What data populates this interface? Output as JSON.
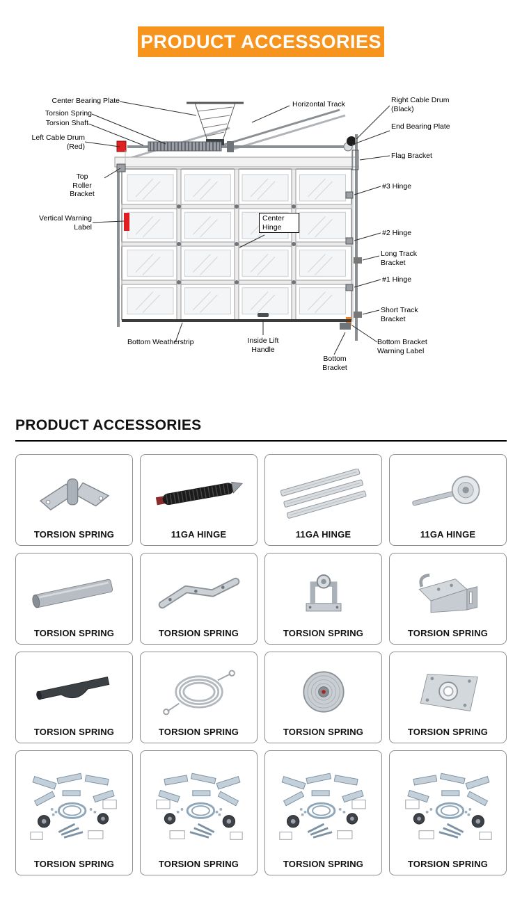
{
  "banner": {
    "title": "PRODUCT ACCESSORIES"
  },
  "section": {
    "title": "PRODUCT ACCESSORIES"
  },
  "colors": {
    "banner_bg": "#f7941d",
    "banner_text": "#ffffff",
    "warning_red": "#e02020",
    "warning_orange": "#f08020"
  },
  "diagram": {
    "labels": {
      "center_bearing_plate": "Center Bearing Plate",
      "torsion_spring": "Torsion Spring",
      "torsion_shaft": "Torsion Shaft",
      "left_cable_drum": "Left Cable Drum (Red)",
      "top_roller_bracket": "Top Roller Bracket",
      "vertical_warning_label": "Vertical Warning Label",
      "bottom_weatherstrip": "Bottom Weatherstrip",
      "horizontal_track": "Horizontal Track",
      "center_hinge": "Center Hinge",
      "inside_lift_handle": "Inside Lift Handle",
      "bottom_bracket": "Bottom Bracket",
      "right_cable_drum": "Right Cable Drum (Black)",
      "end_bearing_plate": "End Bearing Plate",
      "flag_bracket": "Flag Bracket",
      "hinge_3": "#3 Hinge",
      "hinge_2": "#2 Hinge",
      "long_track_bracket": "Long Track Bracket",
      "hinge_1": "#1 Hinge",
      "short_track_bracket": "Short Track Bracket",
      "bottom_bracket_warning_label": "Bottom Bracket Warning Label"
    }
  },
  "products": {
    "items": [
      {
        "label": "TORSION SPRING",
        "icon": "strap-hinge"
      },
      {
        "label": "11GA HINGE",
        "icon": "torsion-spring-coil"
      },
      {
        "label": "11GA HINGE",
        "icon": "track-struts"
      },
      {
        "label": "11GA HINGE",
        "icon": "track-roller"
      },
      {
        "label": "TORSION SPRING",
        "icon": "torsion-shaft"
      },
      {
        "label": "TORSION SPRING",
        "icon": "flat-bracket"
      },
      {
        "label": "TORSION SPRING",
        "icon": "bracket-with-roller"
      },
      {
        "label": "TORSION SPRING",
        "icon": "perforated-bracket"
      },
      {
        "label": "TORSION SPRING",
        "icon": "bottom-seal"
      },
      {
        "label": "TORSION SPRING",
        "icon": "cable-coil"
      },
      {
        "label": "TORSION SPRING",
        "icon": "cable-drum"
      },
      {
        "label": "TORSION SPRING",
        "icon": "bearing-plate"
      },
      {
        "label": "TORSION SPRING",
        "icon": "hardware-kit"
      },
      {
        "label": "TORSION SPRING",
        "icon": "hardware-kit"
      },
      {
        "label": "TORSION SPRING",
        "icon": "hardware-kit"
      },
      {
        "label": "TORSION SPRING",
        "icon": "hardware-kit"
      }
    ]
  }
}
